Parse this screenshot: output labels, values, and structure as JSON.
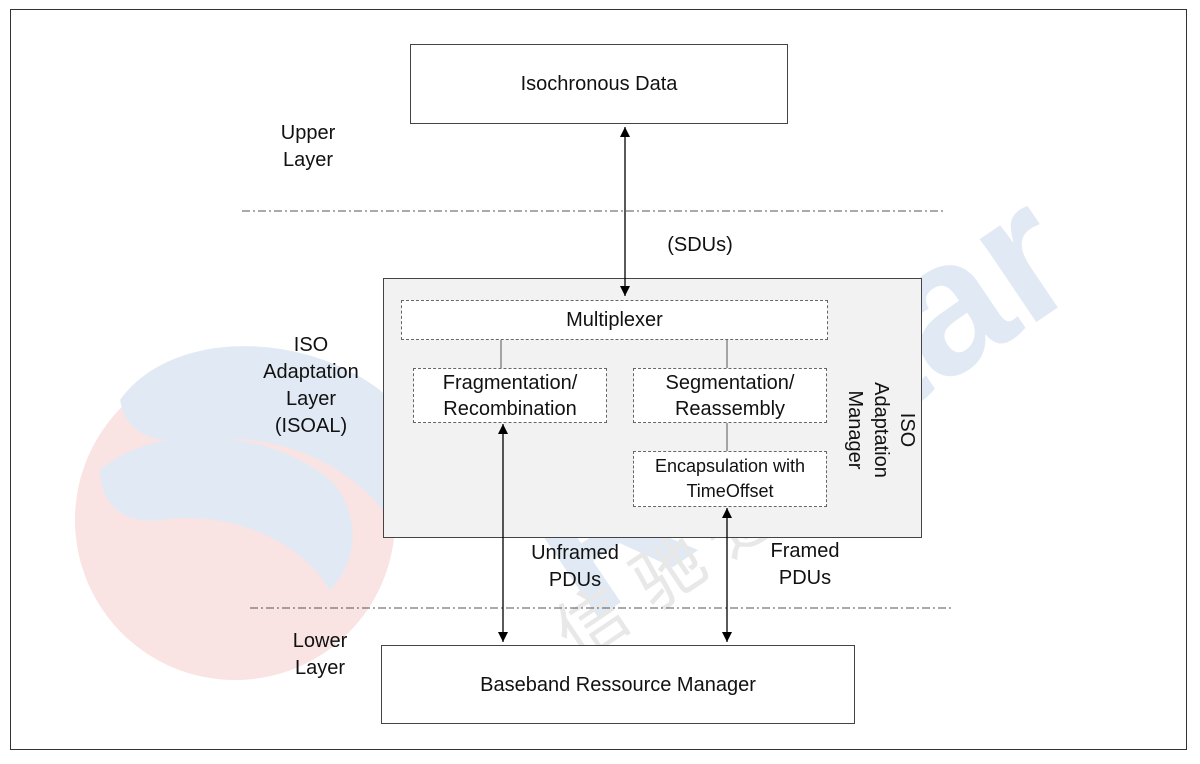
{
  "boxes": {
    "isochronous_data": "Isochronous Data",
    "multiplexer": "Multiplexer",
    "fragmentation": "Fragmentation/\nRecombination",
    "segmentation": "Segmentation/\nReassembly",
    "encapsulation": "Encapsulation with\nTimeOffset",
    "baseband": "Baseband Ressource Manager",
    "manager_title": "ISO Adaptation\nManager"
  },
  "layers": {
    "upper": "Upper\nLayer",
    "isoal": "ISO\nAdaptation\nLayer\n(ISOAL)",
    "lower": "Lower\nLayer"
  },
  "flows": {
    "sdus": "(SDUs)",
    "unframed": "Unframed\nPDUs",
    "framed": "Framed\nPDUs"
  },
  "watermark": {
    "text": "RFstar",
    "chinese": "信 驰 达",
    "color_blue": "#dbe6f1",
    "color_red": "#f7dada"
  }
}
